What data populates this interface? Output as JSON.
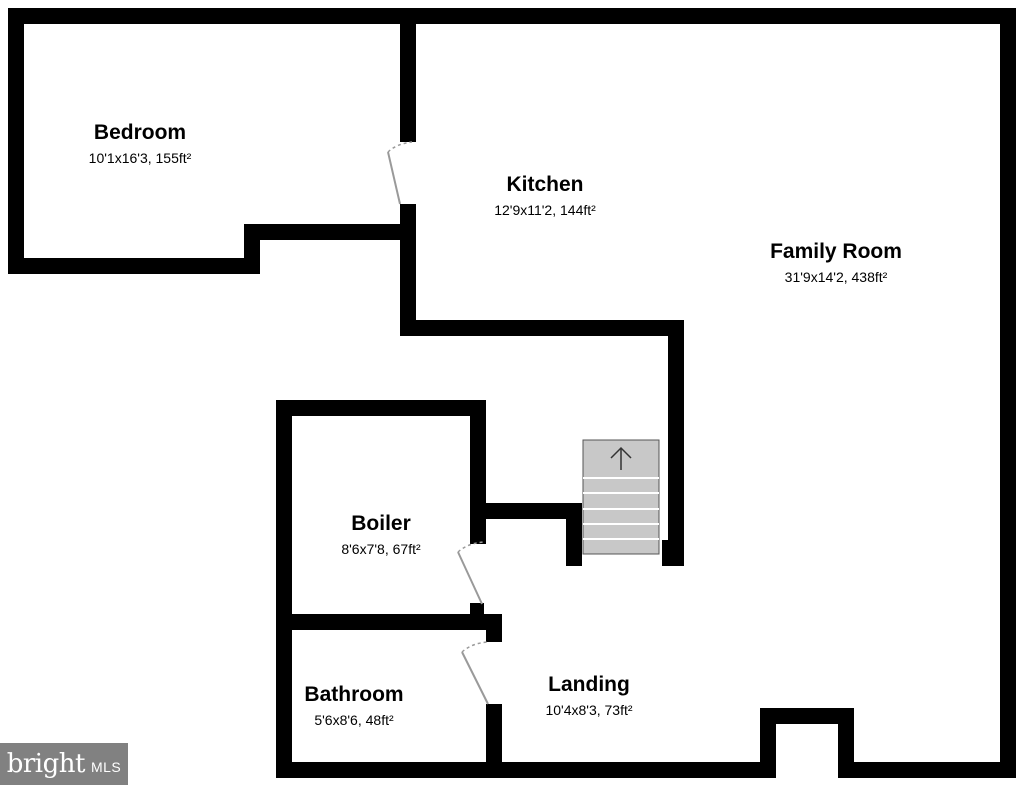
{
  "rooms": {
    "bedroom": {
      "name": "Bedroom",
      "dims": "10'1x16'3, 155ft²"
    },
    "kitchen": {
      "name": "Kitchen",
      "dims": "12'9x11'2, 144ft²"
    },
    "family_room": {
      "name": "Family Room",
      "dims": "31'9x14'2, 438ft²"
    },
    "boiler": {
      "name": "Boiler",
      "dims": "8'6x7'8, 67ft²"
    },
    "bathroom": {
      "name": "Bathroom",
      "dims": "5'6x8'6, 48ft²"
    },
    "landing": {
      "name": "Landing",
      "dims": "10'4x8'3, 73ft²"
    }
  },
  "stairs": {
    "direction": "up",
    "icon": "arrow-up-icon"
  },
  "watermark": {
    "brand": "bright",
    "suffix": "MLS"
  },
  "colors": {
    "wall": "#000000",
    "stair_fill": "#c8c8c8",
    "door": "#9a9a9a"
  }
}
